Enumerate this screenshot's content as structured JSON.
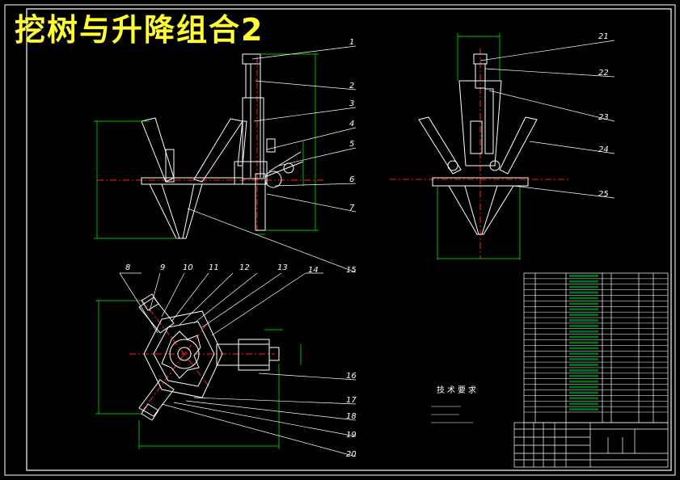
{
  "drawing": {
    "title": "挖树与升降组合2",
    "balloons_upper_left": [
      "1",
      "2",
      "3",
      "4",
      "5",
      "6",
      "7"
    ],
    "balloons_upper_right": [
      "21",
      "22",
      "23",
      "24",
      "25"
    ],
    "balloons_lower_top": [
      "8",
      "9",
      "10",
      "11",
      "12",
      "13",
      "14",
      "15"
    ],
    "balloons_lower_right": [
      "16",
      "17",
      "18",
      "19",
      "20"
    ],
    "technical_requirements": {
      "title": "技术要求"
    }
  },
  "colors": {
    "background": "#000000",
    "outline": "#ffffff",
    "centerline": "#ff2020",
    "dimension": "#00ff00",
    "leader": "#ffffff",
    "title": "#ffff33",
    "frame": "#ffffff"
  }
}
